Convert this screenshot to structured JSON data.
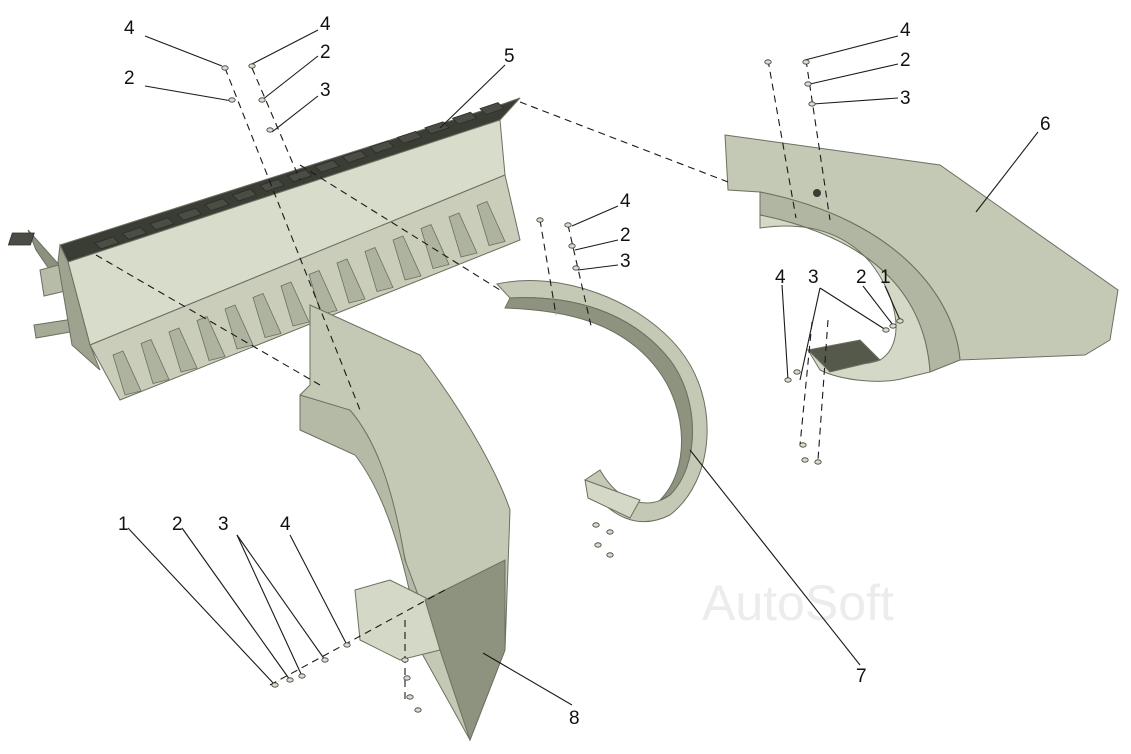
{
  "watermark": "AutoSoft",
  "callouts": {
    "c1": "4",
    "c2": "2",
    "c3": "4",
    "c4": "2",
    "c5": "3",
    "c6": "5",
    "c7": "4",
    "c8": "2",
    "c9": "3",
    "c10": "6",
    "c11": "4",
    "c12": "2",
    "c13": "3",
    "c14": "4",
    "c15": "3",
    "c16": "2",
    "c17": "1",
    "c18": "1",
    "c19": "2",
    "c20": "3",
    "c21": "4",
    "c22": "7",
    "c23": "8"
  },
  "colors": {
    "part_fill": "#c4c9b5",
    "part_light": "#dde1d2",
    "part_dark": "#8c917e",
    "edge": "#2b2b2b"
  }
}
